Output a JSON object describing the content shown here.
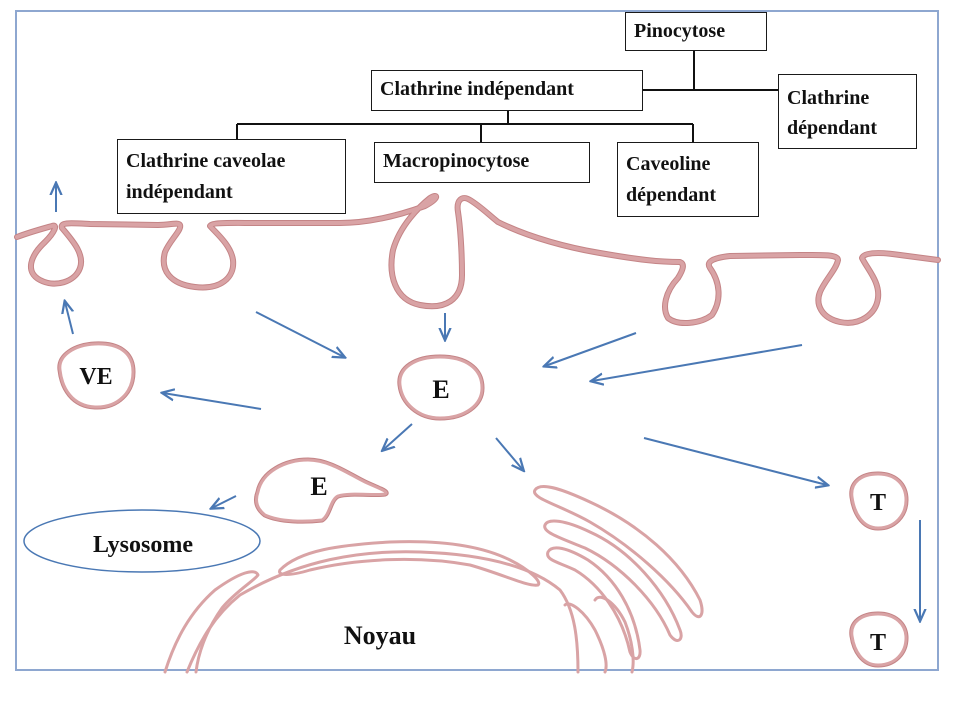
{
  "diagram": {
    "title_node": "Pinocytose",
    "hierarchy": {
      "root": "Pinocytose",
      "children": [
        {
          "label": "Clathrine indépendant",
          "children": [
            {
              "label_lines": [
                "Clathrine caveolae",
                "indépendant"
              ]
            },
            {
              "label": "Macropinocytose"
            },
            {
              "label_lines": [
                "Caveoline",
                "dépendant"
              ]
            }
          ]
        },
        {
          "label_lines": [
            "Clathrine",
            "dépendant"
          ]
        }
      ]
    },
    "compartments": {
      "ve": "VE",
      "endosome_top": "E",
      "endosome_lower": "E",
      "lysosome": "Lysosome",
      "nucleus": "Noyau",
      "transport_top": "T",
      "transport_bottom": "T"
    },
    "colors": {
      "membrane": "#d9a3a5",
      "membrane_edge": "#c48486",
      "arrow": "#4a78b4",
      "frame": "#8ea7d0",
      "lysosome_edge": "#4a78b4",
      "text": "#111111"
    }
  }
}
